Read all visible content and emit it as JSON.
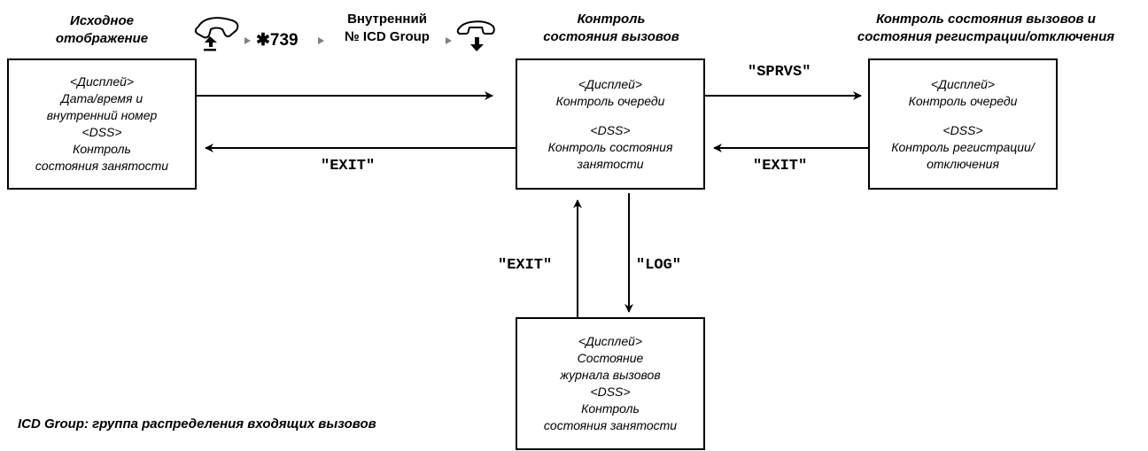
{
  "headings": {
    "initial": [
      "Исходное",
      "отображение"
    ],
    "monitor": [
      "Контроль",
      "состояния вызовов"
    ],
    "login_monitor": [
      "Контроль состояния вызовов и",
      "состояния регистрации/отключения"
    ]
  },
  "sequence": {
    "code": "✱739",
    "ext_label": [
      "Внутренний",
      "№ ICD Group"
    ]
  },
  "boxes": {
    "initial": {
      "display_label": "<Дисплей>",
      "display_lines": [
        "Дата/время и",
        "внутренний номер"
      ],
      "dss_label": "<DSS>",
      "dss_lines": [
        "Контроль",
        "состояния занятости"
      ]
    },
    "monitor": {
      "display_label": "<Дисплей>",
      "display_lines": [
        "Контроль очереди"
      ],
      "dss_label": "<DSS>",
      "dss_lines": [
        "Контроль состояния",
        "занятости"
      ]
    },
    "login_monitor": {
      "display_label": "<Дисплей>",
      "display_lines": [
        "Контроль очереди"
      ],
      "dss_label": "<DSS>",
      "dss_lines": [
        "Контроль регистрации/",
        "отключения"
      ]
    },
    "log": {
      "display_label": "<Дисплей>",
      "display_lines": [
        "Состояние",
        "журнала вызовов"
      ],
      "dss_label": "<DSS>",
      "dss_lines": [
        "Контроль",
        "состояния занятости"
      ]
    }
  },
  "commands": {
    "sprvs": "\"SPRVS\"",
    "exit_right": "\"EXIT\"",
    "exit_left": "\"EXIT\"",
    "exit_up": "\"EXIT\"",
    "log": "\"LOG\""
  },
  "footnote": "ICD Group: группа распределения входящих вызовов"
}
